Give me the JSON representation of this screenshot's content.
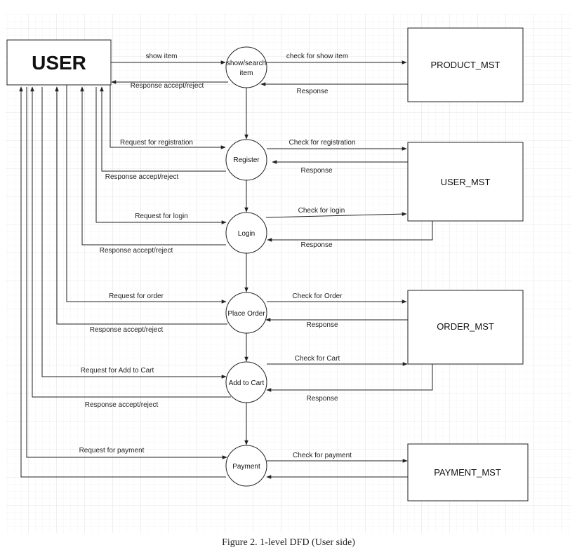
{
  "caption": "Figure 2. 1-level DFD (User side)",
  "entities": {
    "user": "USER",
    "product_mst": "PRODUCT_MST",
    "user_mst": "USER_MST",
    "order_mst": "ORDER_MST",
    "payment_mst": "PAYMENT_MST"
  },
  "processes": {
    "show_search_line1": "show/search",
    "show_search_line2": "item",
    "register": "Register",
    "login": "Login",
    "place_order": "Place Order",
    "add_to_cart": "Add to Cart",
    "payment": "Payment"
  },
  "flows": {
    "show_item": "show item",
    "response_show": "Response accept/reject",
    "check_show_item": "check for show item",
    "response_product": "Response",
    "request_registration": "Request for registration",
    "response_registration": "Response accept/reject",
    "check_registration": "Check for registration",
    "response_registration_db": "Response",
    "request_login": "Request for login",
    "response_login": "Response accept/reject",
    "check_login": "Check for login",
    "response_login_db": "Response",
    "request_order": "Request for order",
    "response_order": "Response accept/reject",
    "check_order": "Check for Order",
    "response_order_db": "Response",
    "request_cart": "Request for Add to Cart",
    "response_cart": "Response accept/reject",
    "check_cart": "Check for Cart",
    "response_cart_db": "Response",
    "request_payment": "Request for payment",
    "check_payment": "Check for payment"
  }
}
